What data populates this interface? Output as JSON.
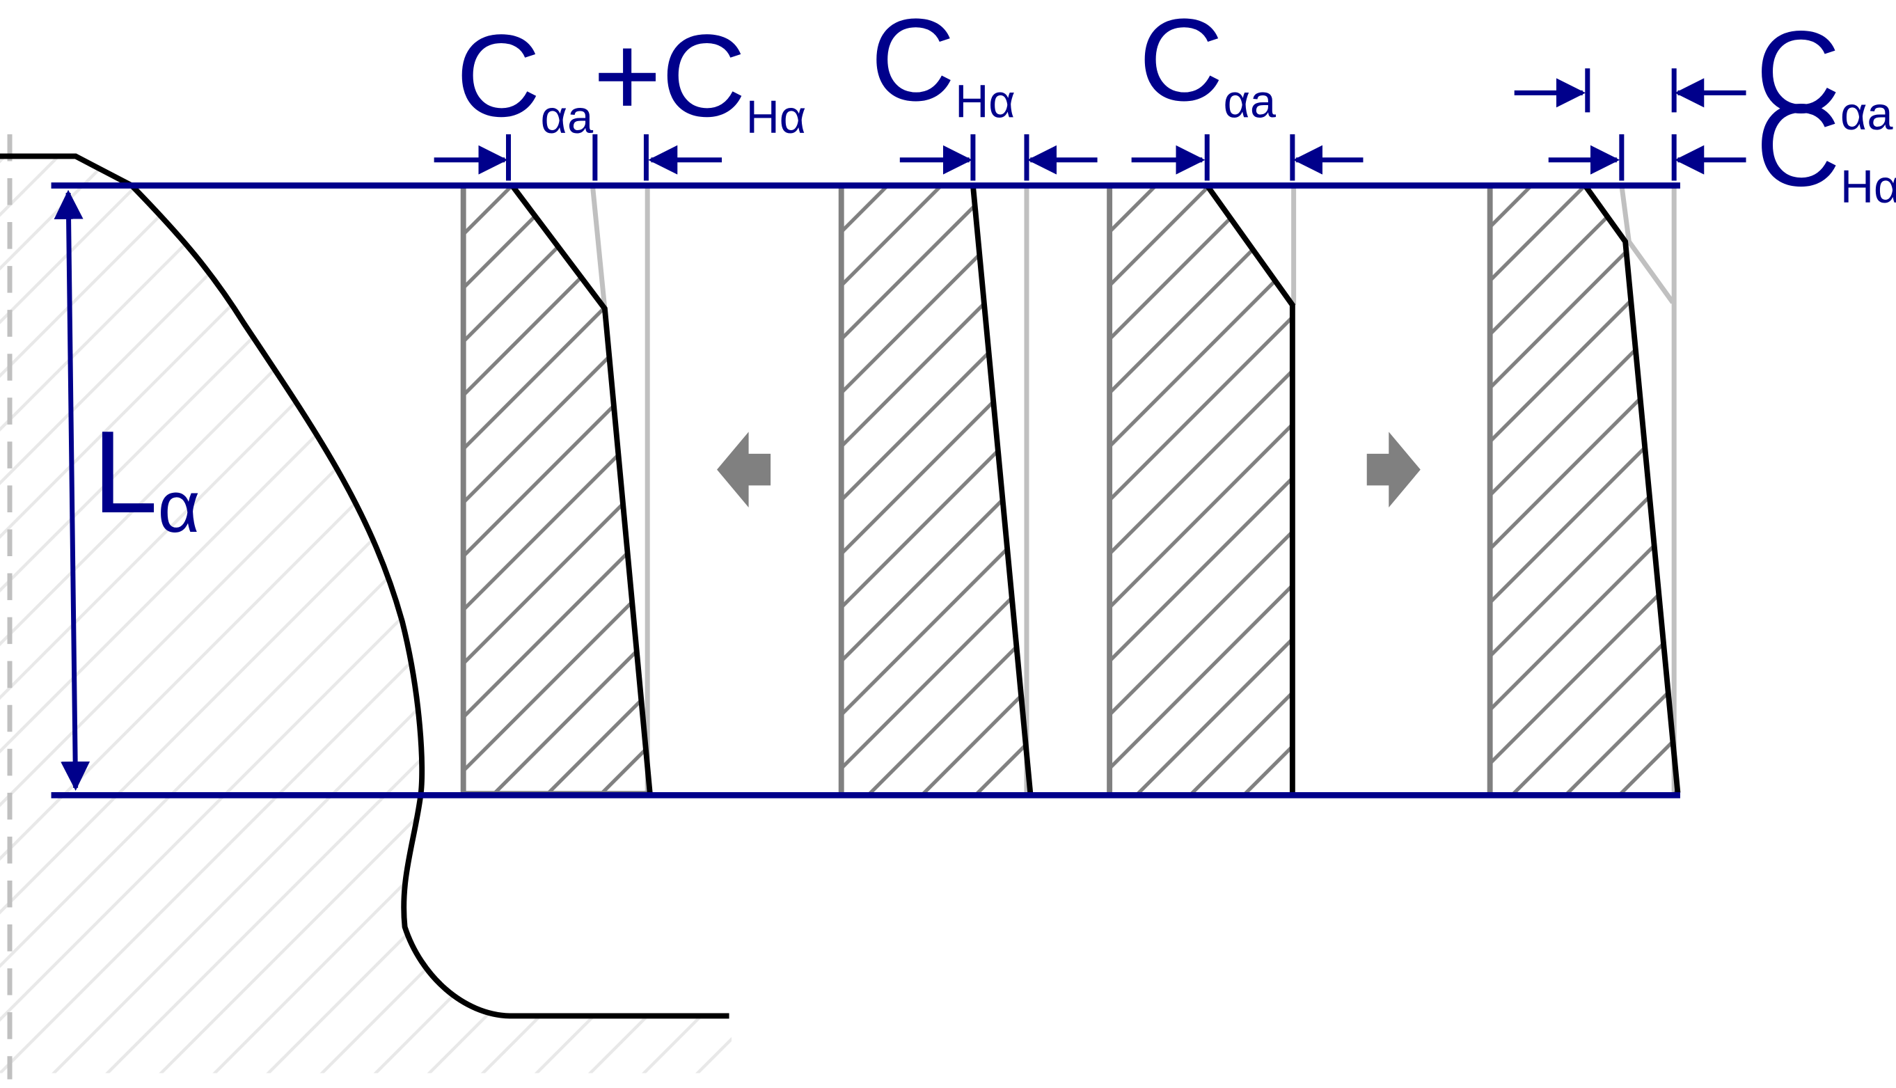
{
  "labels": {
    "combined": {
      "main1": "C",
      "sub1": "αa",
      "plus": "+",
      "main2": "C",
      "sub2": "Hα"
    },
    "profile_slope": {
      "main": "C",
      "sub": "Hα"
    },
    "tip_relief": {
      "main": "C",
      "sub": "αa"
    },
    "right_tip": {
      "main": "C",
      "sub": "αa"
    },
    "right_slope": {
      "main": "C",
      "sub": "Hα"
    },
    "length": {
      "main": "L",
      "sub": "α"
    }
  },
  "colors": {
    "dimension": "#00008b",
    "profile": "#000000",
    "reference": "#808080",
    "nominal": "#c0c0c0",
    "hatch_light": "#e8e8e8",
    "arrow_fill": "#808080"
  },
  "icons": {
    "left_arrow": "arrow-left-icon",
    "right_arrow": "arrow-right-icon"
  }
}
